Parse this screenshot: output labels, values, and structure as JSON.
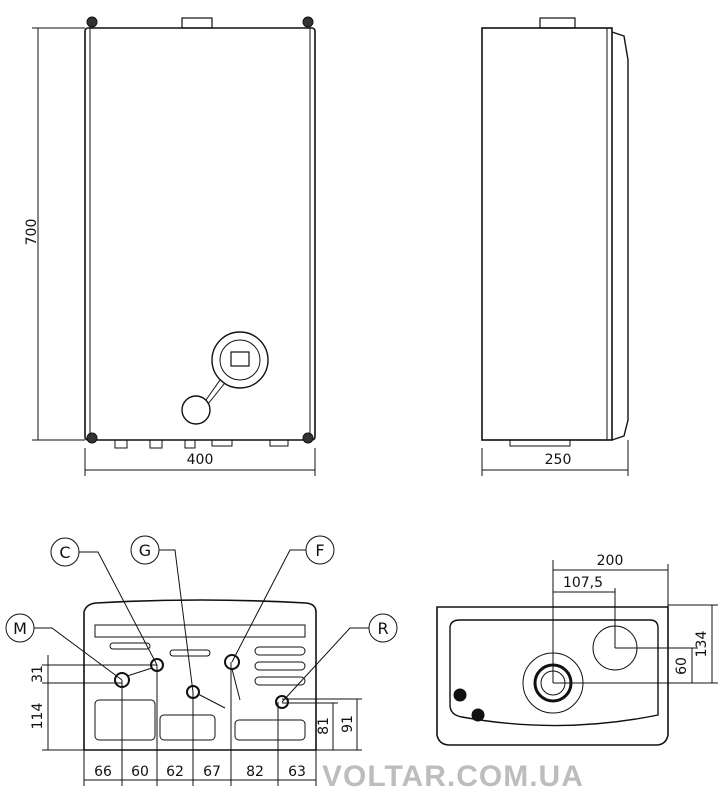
{
  "front_view": {
    "height_label": "700",
    "width_label": "400"
  },
  "side_view": {
    "depth_label": "250"
  },
  "bottom_view": {
    "callouts": [
      "C",
      "G",
      "F",
      "M",
      "R"
    ],
    "spacing_labels": [
      "66",
      "60",
      "62",
      "67",
      "82",
      "63"
    ],
    "left_labels": [
      "31",
      "114"
    ],
    "right_labels": [
      "81",
      "91"
    ]
  },
  "top_view": {
    "labels": [
      "200",
      "107,5",
      "134",
      "60"
    ]
  },
  "watermark": "VOLTAR.COM.UA"
}
